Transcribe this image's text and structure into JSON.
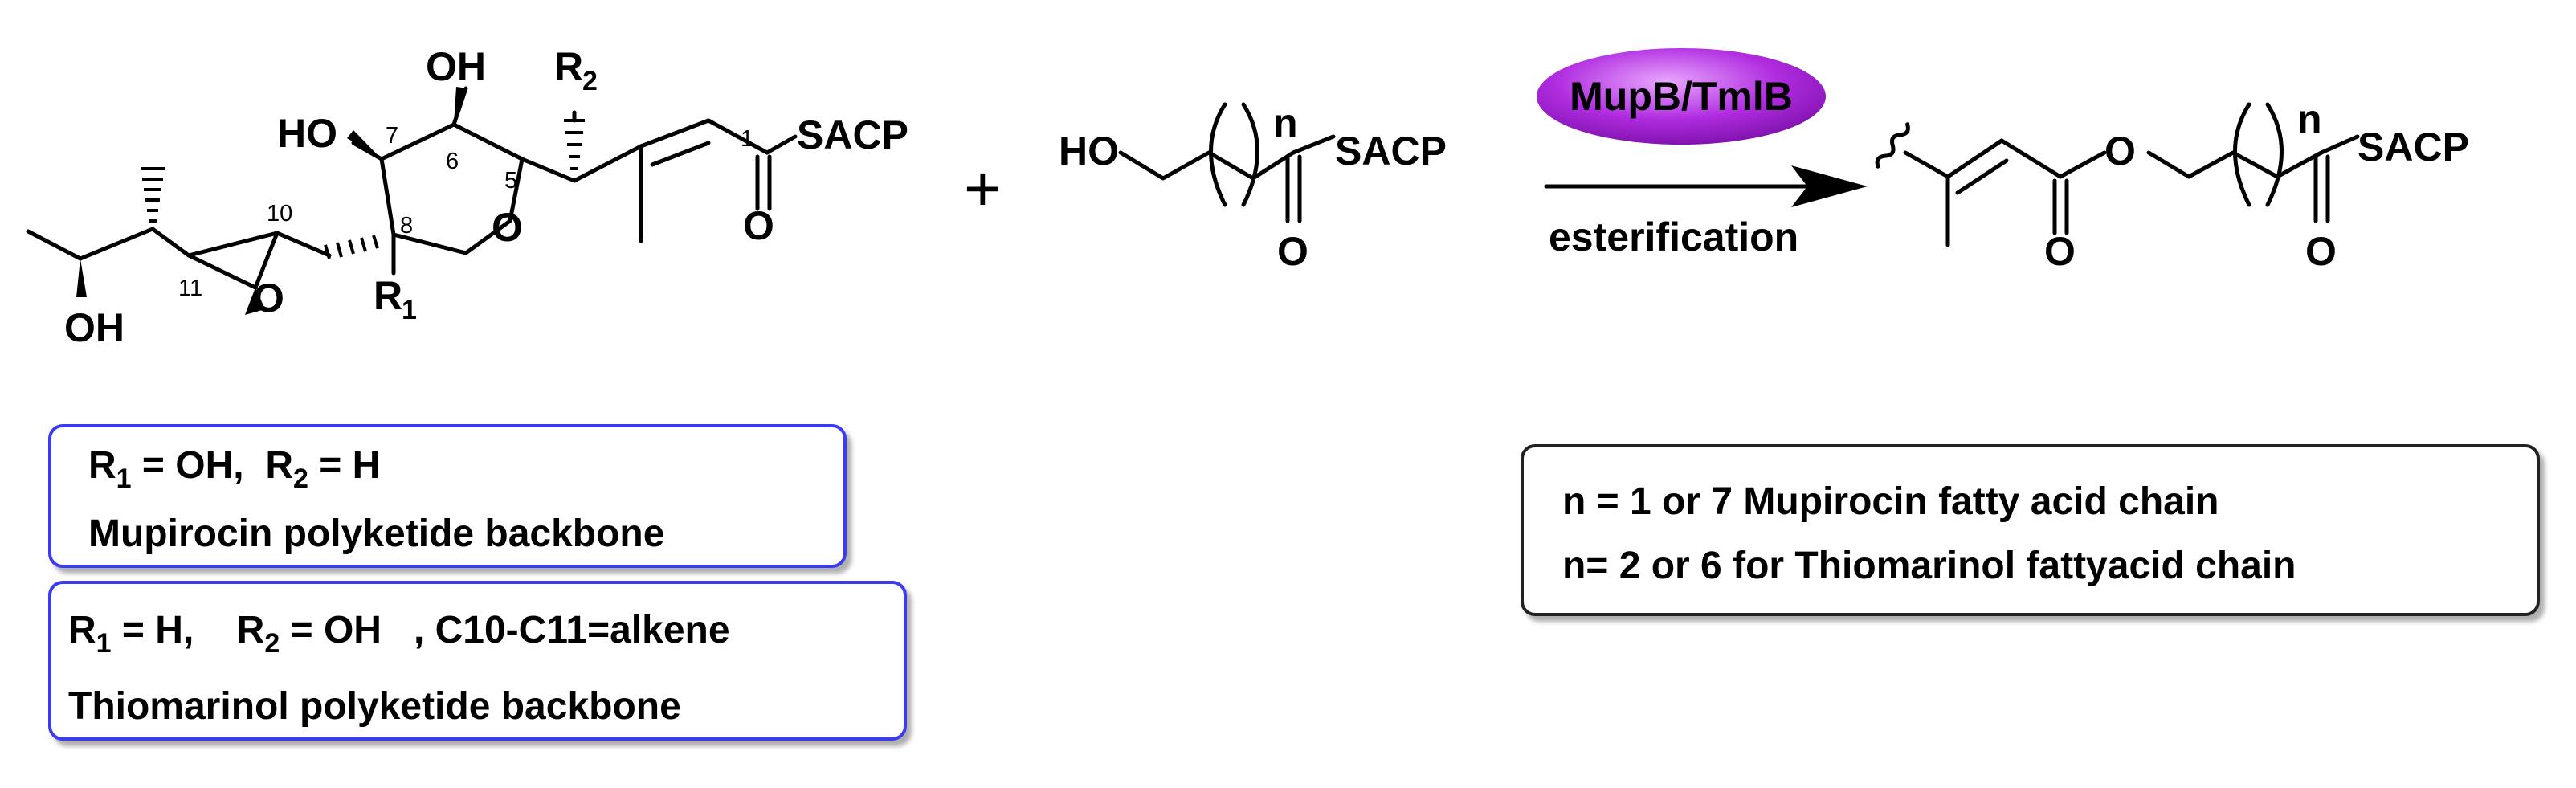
{
  "colors": {
    "enzyme_fill": "#b02ce0",
    "box_border_blue": "#3b3bf0",
    "box_border_dark": "#222222",
    "text": "#000000"
  },
  "reactant1": {
    "atoms": {
      "oh_top": "OH",
      "ho_left": "HO",
      "r2": "R",
      "r2_sub": "2",
      "r1": "R",
      "r1_sub": "1",
      "ring_o": "O",
      "epoxide_o": "O",
      "oh_bottom": "OH",
      "carbonyl_o": "O",
      "sacp": "SACP"
    },
    "numbers": {
      "c1": "1",
      "c5": "5",
      "c6": "6",
      "c7": "7",
      "c8": "8",
      "c10": "10",
      "c11": "11"
    }
  },
  "plus": "+",
  "reactant2": {
    "ho": "HO",
    "n": "n",
    "sacp": "SACP",
    "carbonyl_o": "O"
  },
  "arrow": {
    "enzyme": "MupB/TmlB",
    "label": "esterification"
  },
  "product": {
    "ester_o": "O",
    "carbonyl_o1": "O",
    "carbonyl_o2": "O",
    "n": "n",
    "sacp": "SACP"
  },
  "boxes": {
    "mupirocin": {
      "r1": "R",
      "r1_sub": "1",
      "r1_val": " = OH,  ",
      "r2": "R",
      "r2_sub": "2",
      "r2_val": " = H",
      "title": "Mupirocin polyketide backbone"
    },
    "thiomarinol": {
      "r1": "R",
      "r1_sub": "1",
      "r1_val": " = H,    ",
      "r2": "R",
      "r2_sub": "2",
      "r2_val": " = OH   , C10-C11=alkene",
      "title": "Thiomarinol polyketide backbone"
    },
    "chain": {
      "line1": "n = 1 or 7 Mupirocin fatty acid chain",
      "line2": "n= 2 or 6 for Thiomarinol fattyacid chain"
    }
  }
}
